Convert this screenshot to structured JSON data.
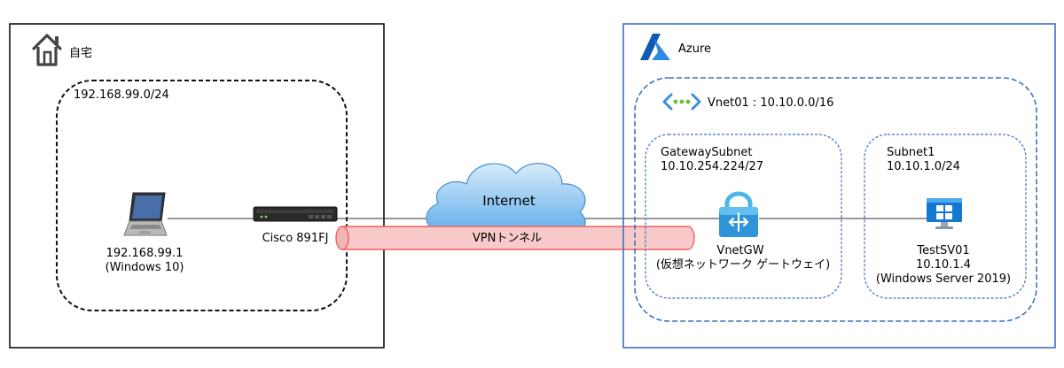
{
  "home": {
    "label": "自宅",
    "network": "192.168.99.0/24",
    "pc": {
      "ip": "192.168.99.1",
      "os": "(Windows 10)"
    },
    "router": {
      "name": "Cisco 891FJ"
    }
  },
  "internet": {
    "label": "Internet"
  },
  "tunnel": {
    "label": "VPNトンネル",
    "color": "#f25f5f",
    "fill": "#f7c9c9"
  },
  "azure": {
    "label": "Azure",
    "border_color": "#3b72c4",
    "vnet": {
      "label": "Vnet01 : 10.10.0.0/16"
    },
    "gateway_subnet": {
      "name": "GatewaySubnet",
      "cidr": "10.10.254.224/27",
      "gateway": {
        "name": "VnetGW",
        "desc": "(仮想ネットワーク ゲートウェイ)"
      }
    },
    "subnet1": {
      "name": "Subnet1",
      "cidr": "10.10.1.0/24",
      "server": {
        "name": "TestSV01",
        "ip": "10.10.1.4",
        "os": "(Windows Server 2019)"
      }
    }
  }
}
